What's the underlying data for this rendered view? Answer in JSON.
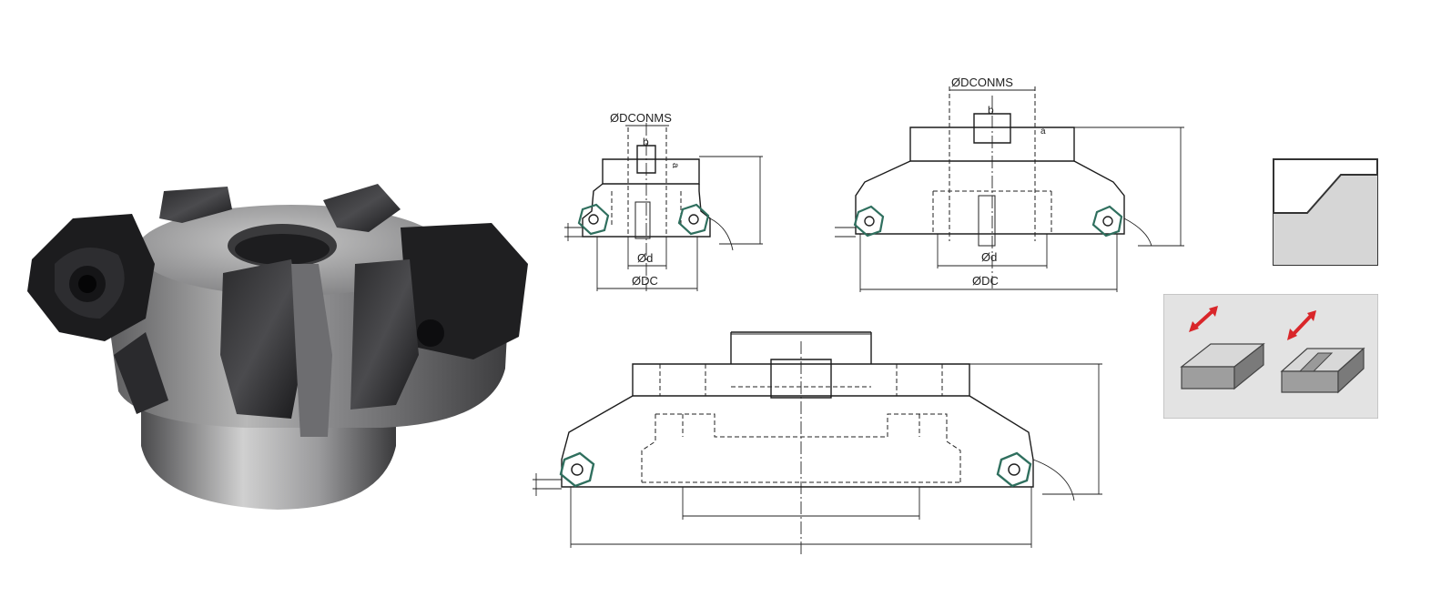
{
  "product": {
    "render_name": "face-milling-cutter-render"
  },
  "diagram_small": {
    "label_dconms": "ØDCONMS",
    "label_b": "b",
    "label_a": "a",
    "label_d": "Ød",
    "label_dc": "ØDC"
  },
  "diagram_medium": {
    "label_dconms": "ØDCONMS",
    "label_b": "b",
    "label_a": "a",
    "label_d": "Ød",
    "label_dc": "ØDC"
  },
  "colors": {
    "insert_green": "#2f6f5e",
    "arrow_red": "#d9262a",
    "icon_bg": "#e3e3e3",
    "block_grey": "#b9b9b9"
  }
}
